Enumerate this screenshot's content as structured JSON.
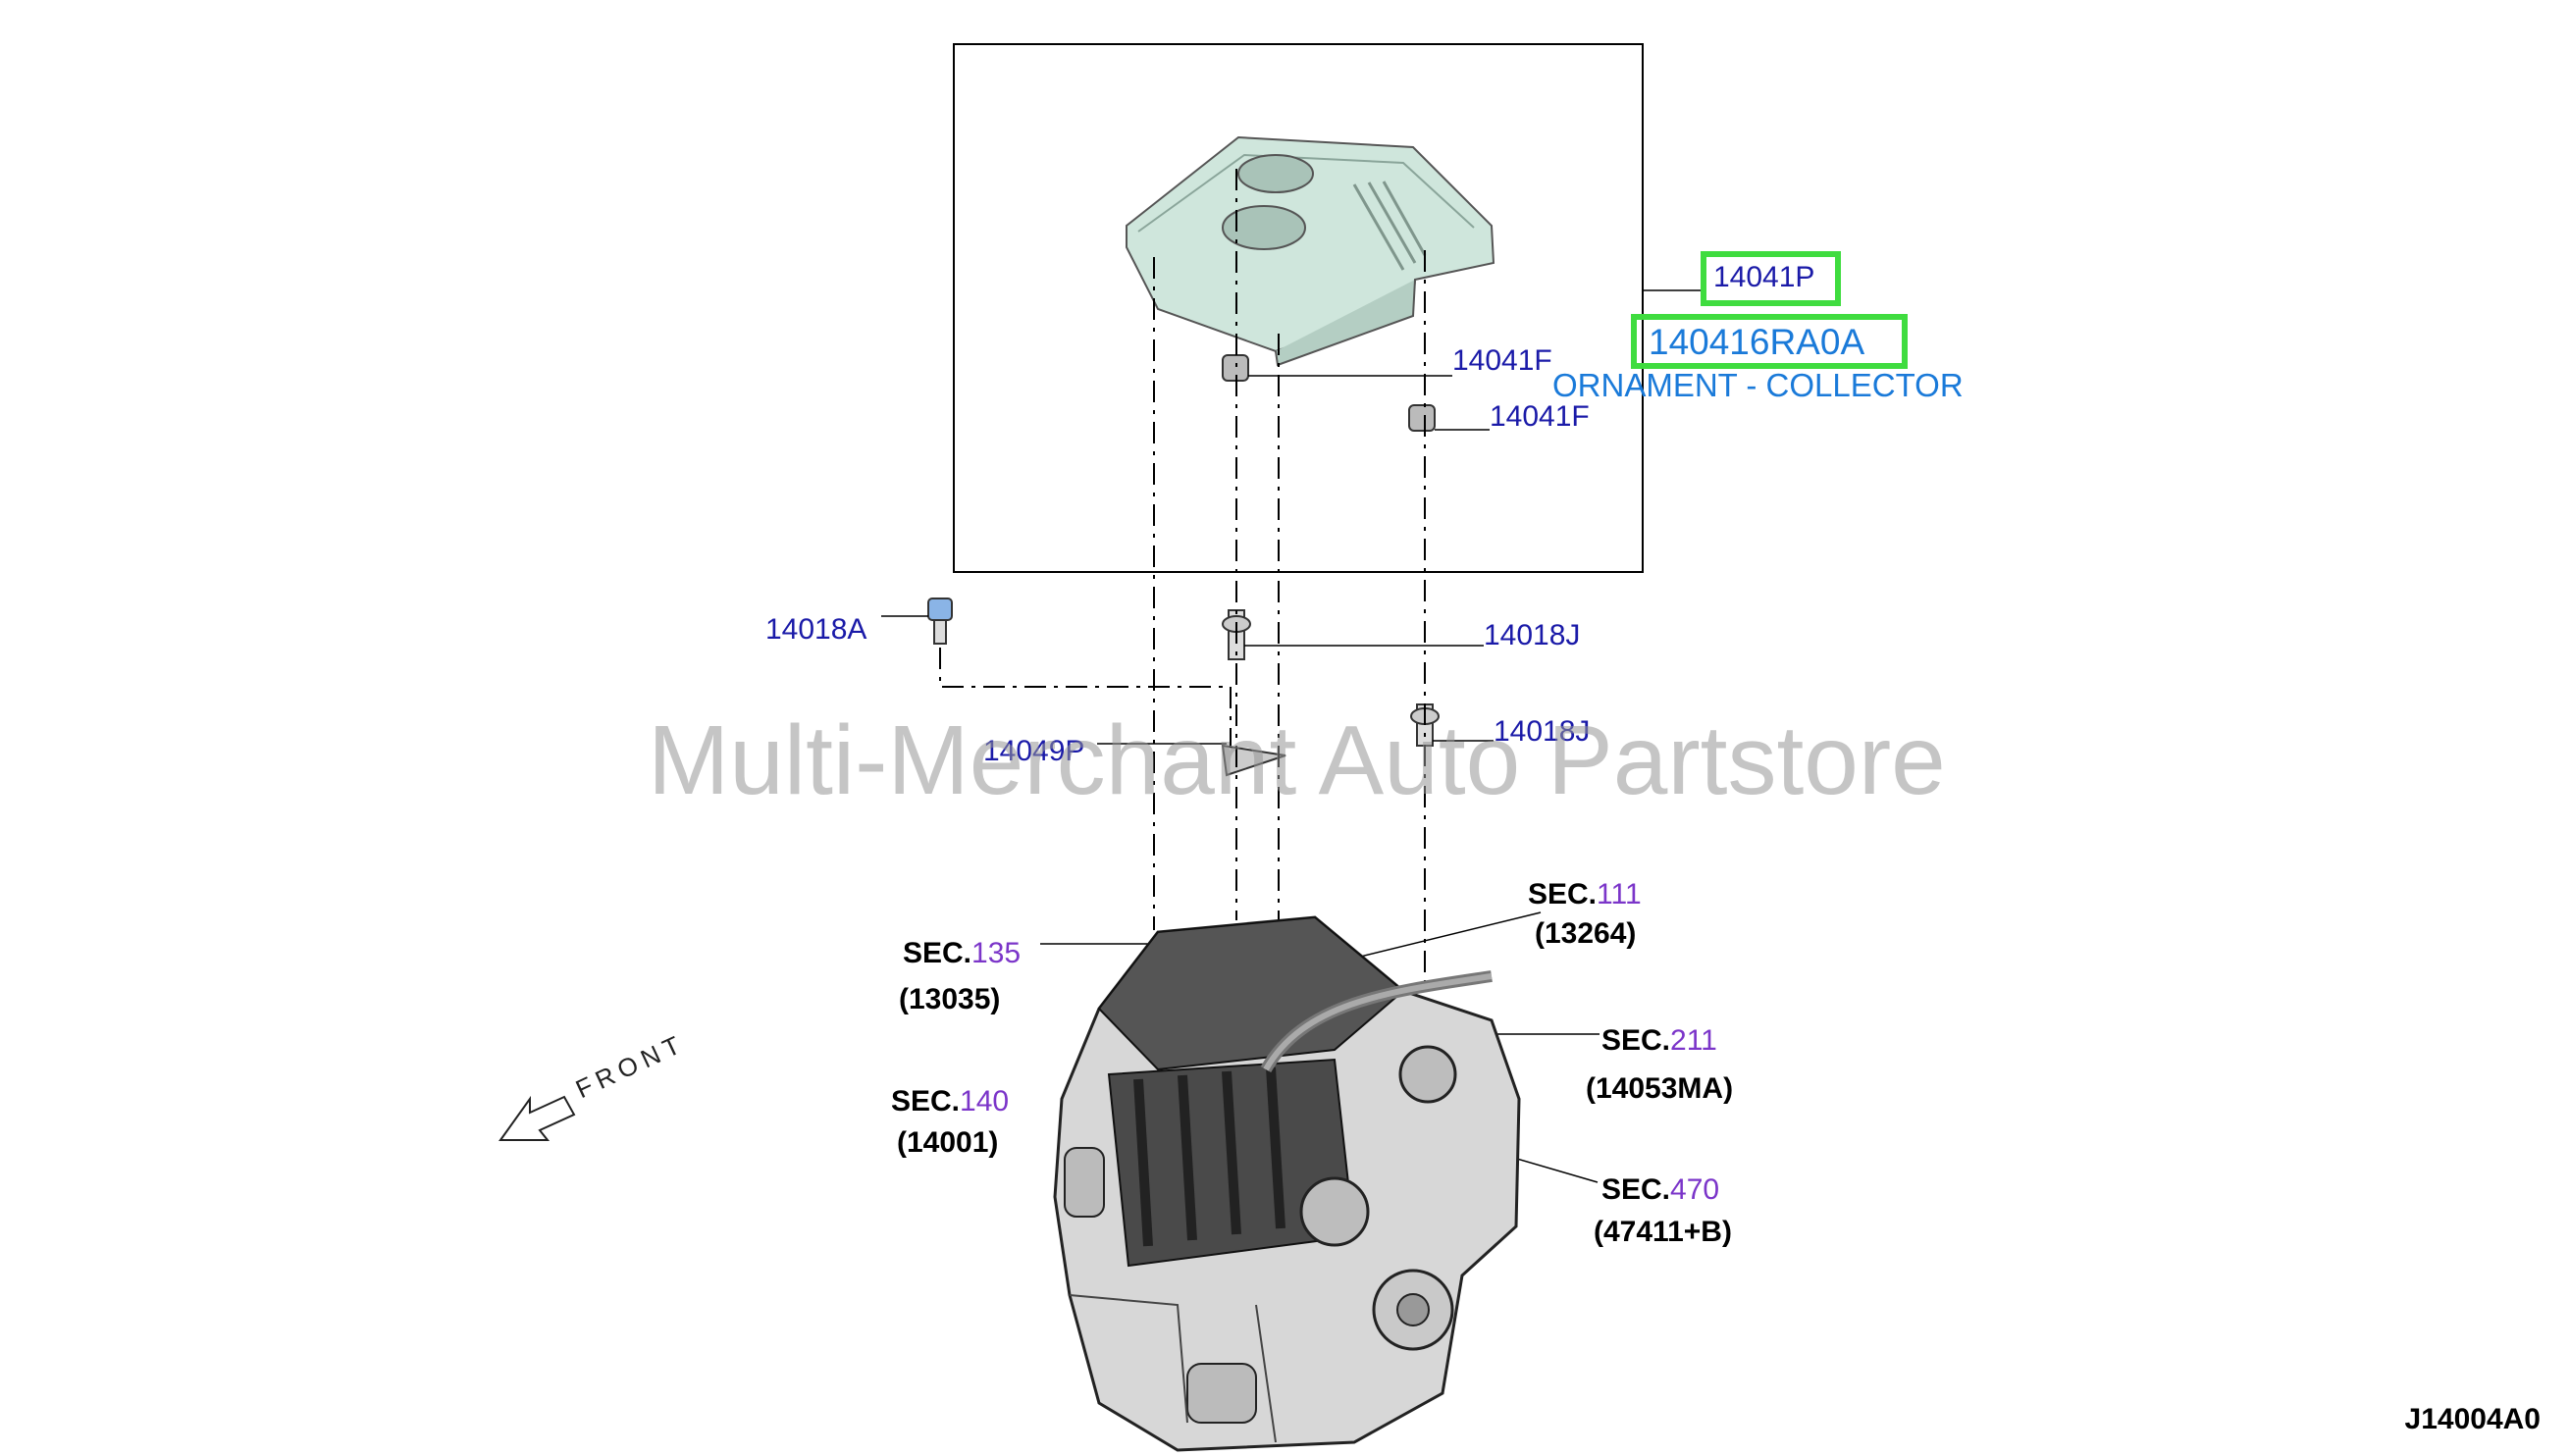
{
  "diagram": {
    "parts": {
      "cover_assembly": "14041P",
      "highlighted_part_number": "140416RA0A",
      "highlighted_part_description": "ORNAMENT - COLLECTOR",
      "grommet_a": "14041F",
      "grommet_b": "14041F",
      "bolt": "14018A",
      "stud_a": "14018J",
      "stud_b": "14018J",
      "bracket": "14049P"
    },
    "sections": [
      {
        "prefix": "SEC.",
        "number": "111",
        "ref": "(13264)"
      },
      {
        "prefix": "SEC.",
        "number": "135",
        "ref": "(13035)"
      },
      {
        "prefix": "SEC.",
        "number": "211",
        "ref": "(14053MA)"
      },
      {
        "prefix": "SEC.",
        "number": "140",
        "ref": "(14001)"
      },
      {
        "prefix": "SEC.",
        "number": "470",
        "ref": "(47411+B)"
      }
    ],
    "direction_label": "FRONT",
    "watermark": "Multi-Merchant Auto Partstore",
    "diagram_code": "J14004A0",
    "colors": {
      "part_number": "#1a1aa8",
      "section_number": "#7b35c9",
      "highlight_border": "#3fdc3f",
      "highlight_text": "#1a7ad9",
      "cover_fill": "#cfe6dc"
    }
  }
}
